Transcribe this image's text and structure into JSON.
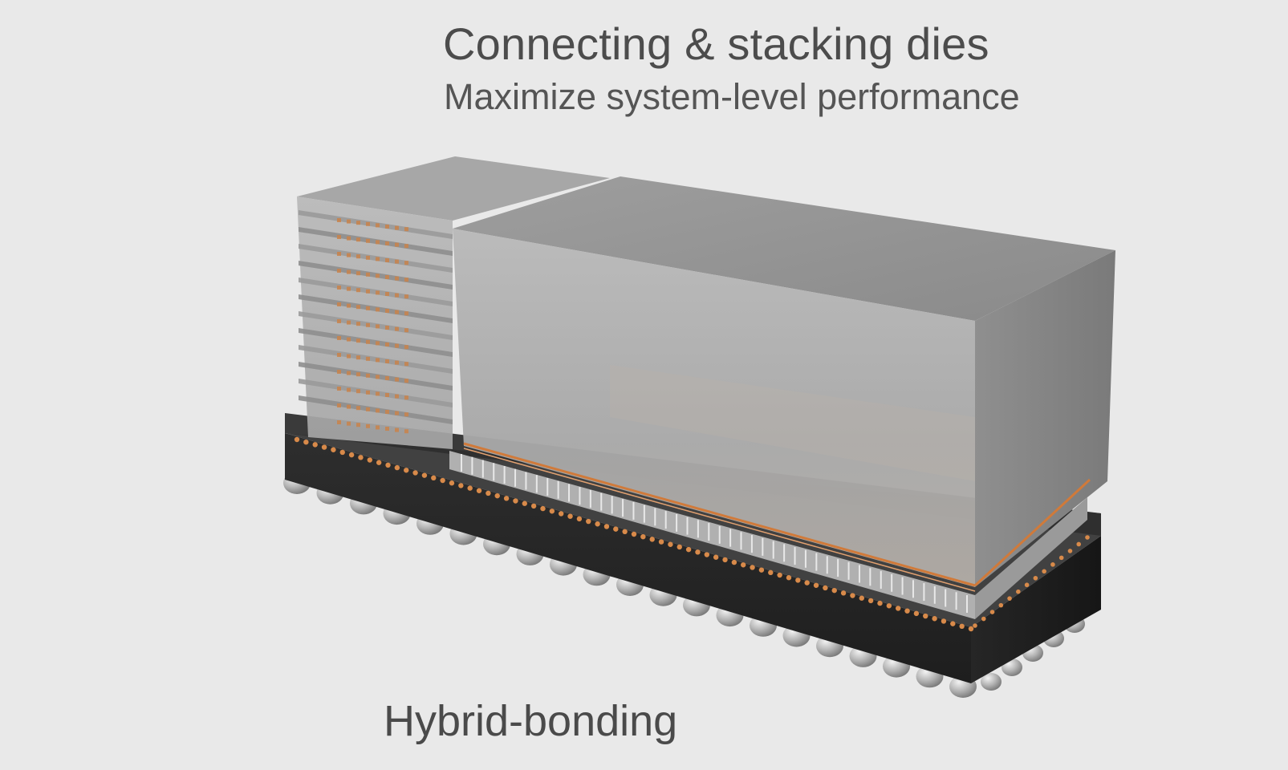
{
  "heading": {
    "title": "Connecting & stacking dies",
    "subtitle": "Maximize system-level performance"
  },
  "caption": "Hybrid-bonding",
  "colors": {
    "background": "#e9e9e9",
    "substrate": "#2a2a2a",
    "die_gray": "#a9a9a9",
    "copper_bond": "#d07a3a",
    "solder_ball": "#b9b9b9",
    "text": "#4c4c4c"
  }
}
